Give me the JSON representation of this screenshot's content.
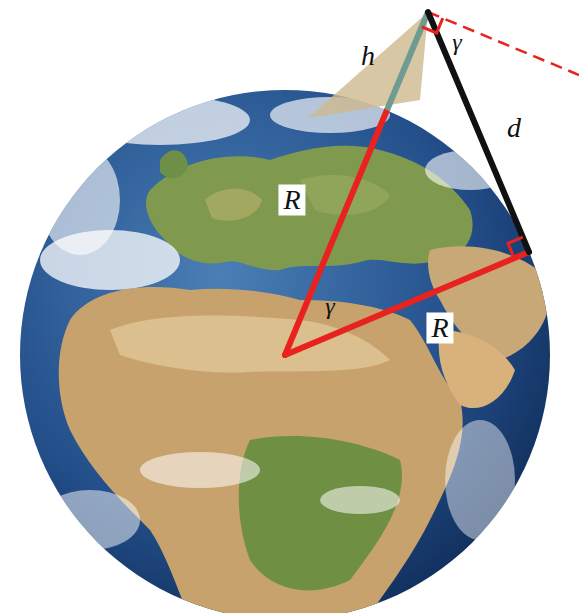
{
  "diagram": {
    "labels": [
      "h",
      "γ",
      "d",
      "R",
      "γ",
      "R"
    ]
  }
}
